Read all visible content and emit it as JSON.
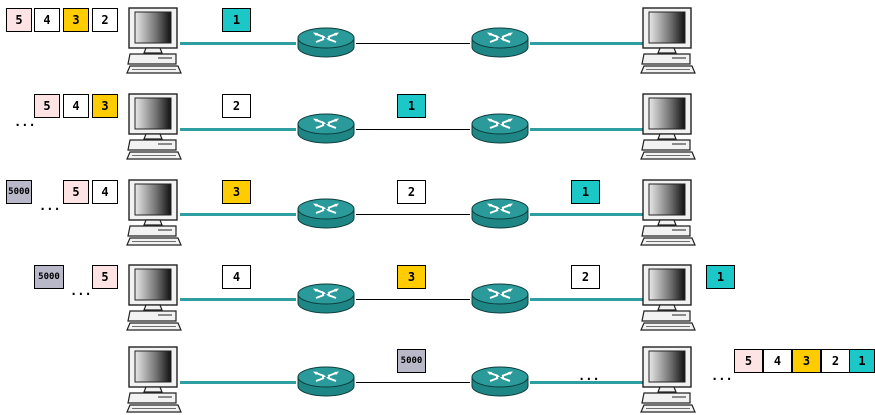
{
  "colors": {
    "cyan": "#1bc7c7",
    "yellow": "#ffcc00",
    "pink": "#fde3e3",
    "gray": "#b9b8c9",
    "white": "#ffffff",
    "link": "#2e9ea0",
    "router": "#1f8686"
  },
  "icons": [
    "computer-icon",
    "router-icon"
  ],
  "rows": [
    {
      "queue": [
        {
          "label": "5",
          "color": "pink"
        },
        {
          "label": "4",
          "color": "white"
        },
        {
          "label": "3",
          "color": "yellow"
        },
        {
          "label": "2",
          "color": "white"
        }
      ],
      "in_transit": [
        {
          "label": "1",
          "color": "cyan"
        }
      ],
      "received": []
    },
    {
      "queue": [
        {
          "label": "...",
          "color": "none"
        },
        {
          "label": "5",
          "color": "pink"
        },
        {
          "label": "4",
          "color": "white"
        },
        {
          "label": "3",
          "color": "yellow"
        }
      ],
      "in_transit": [
        {
          "label": "2",
          "color": "white"
        },
        {
          "label": "1",
          "color": "cyan"
        }
      ],
      "received": []
    },
    {
      "queue": [
        {
          "label": "5000",
          "color": "gray"
        },
        {
          "label": "...",
          "color": "none"
        },
        {
          "label": "5",
          "color": "pink"
        },
        {
          "label": "4",
          "color": "white"
        }
      ],
      "in_transit": [
        {
          "label": "3",
          "color": "yellow"
        },
        {
          "label": "2",
          "color": "white"
        },
        {
          "label": "1",
          "color": "cyan"
        }
      ],
      "received": []
    },
    {
      "queue": [
        {
          "label": "5000",
          "color": "gray"
        },
        {
          "label": "...",
          "color": "none"
        },
        {
          "label": "5",
          "color": "pink"
        }
      ],
      "in_transit": [
        {
          "label": "4",
          "color": "white"
        },
        {
          "label": "3",
          "color": "yellow"
        },
        {
          "label": "2",
          "color": "white"
        }
      ],
      "received": [
        {
          "label": "1",
          "color": "cyan"
        }
      ]
    },
    {
      "queue": [],
      "in_transit": [
        {
          "label": "5000",
          "color": "gray"
        },
        {
          "label": "...",
          "color": "none"
        }
      ],
      "received": [
        {
          "label": "...",
          "color": "none"
        },
        {
          "label": "5",
          "color": "pink"
        },
        {
          "label": "4",
          "color": "white"
        },
        {
          "label": "3",
          "color": "yellow"
        },
        {
          "label": "2",
          "color": "white"
        },
        {
          "label": "1",
          "color": "cyan"
        }
      ]
    }
  ]
}
